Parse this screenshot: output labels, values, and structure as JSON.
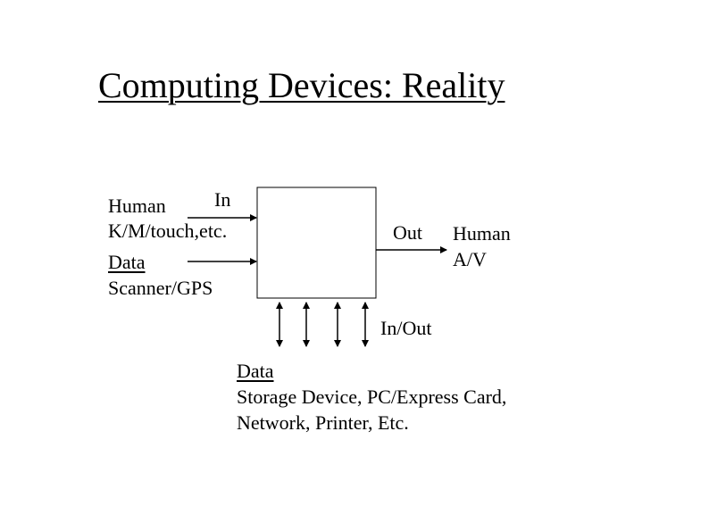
{
  "slide": {
    "title": "Computing Devices: Reality",
    "inputs": {
      "in_label": "In",
      "human_label": "Human",
      "human_devices": "K/M/touch,etc.",
      "data_label": "Data",
      "data_devices": "Scanner/GPS"
    },
    "outputs": {
      "out_label": "Out",
      "human_label": "Human",
      "human_devices": "A/V"
    },
    "io": {
      "label": "In/Out",
      "data_label": "Data",
      "line1": "Storage Device, PC/Express Card,",
      "line2": "Network, Printer, Etc."
    }
  }
}
